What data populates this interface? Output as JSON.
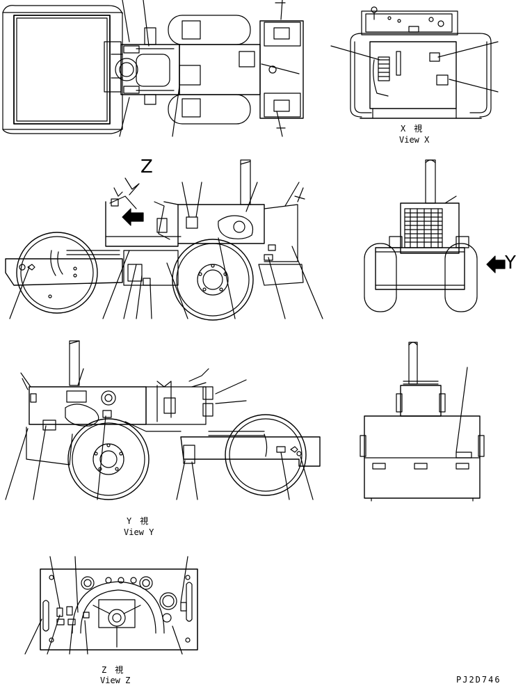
{
  "labels": {
    "view_x_jp": "X　視",
    "view_x_en": "View X",
    "view_y_jp": "Y　視",
    "view_y_en": "View Y",
    "view_z_jp": "Z　視",
    "view_z_en": "View Z",
    "marker_z": "Z",
    "marker_y": "Y",
    "drawing_code": "PJ2D746"
  }
}
